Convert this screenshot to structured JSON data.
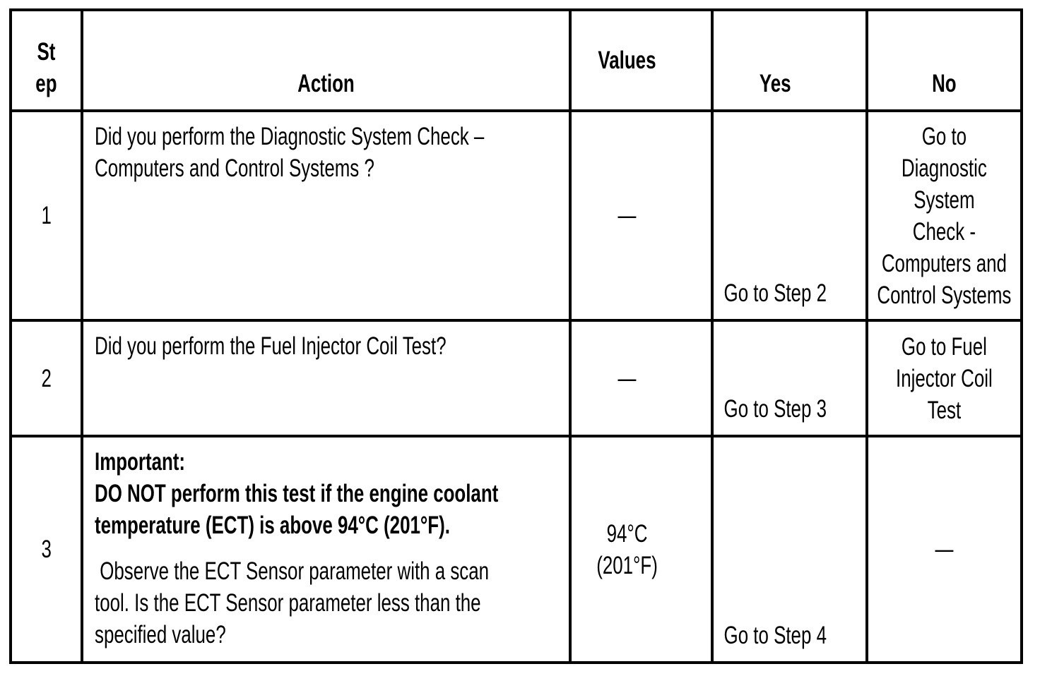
{
  "table": {
    "headers": {
      "step_lines": [
        "St",
        "ep"
      ],
      "action": "Action",
      "values": "Values",
      "yes": "Yes",
      "no": "No"
    },
    "rows": [
      {
        "step": "1",
        "action_lines": [
          "Did you perform the Diagnostic System Check –",
          "Computers and Control Systems ?"
        ],
        "values": "—",
        "yes": "Go to Step 2",
        "no_lines": [
          "Go to",
          "Diagnostic",
          "System",
          "Check -",
          "Computers and",
          "Control Systems"
        ]
      },
      {
        "step": "2",
        "action_lines": [
          "Did you perform the Fuel Injector Coil Test?"
        ],
        "values": "—",
        "yes": "Go to Step 3",
        "no_lines": [
          "Go to Fuel",
          "Injector Coil",
          "Test"
        ]
      },
      {
        "step": "3",
        "action_bold_lines": [
          "Important:",
          "DO NOT perform this test if the engine coolant",
          "temperature (ECT) is above 94°C (201°F)."
        ],
        "action_lines": [
          " Observe the ECT Sensor parameter with a scan",
          "tool. Is the ECT Sensor parameter less than the",
          "specified value?"
        ],
        "values_lines": [
          "94°C",
          "(201°F)"
        ],
        "yes": "Go to Step 4",
        "no": "—"
      }
    ]
  }
}
